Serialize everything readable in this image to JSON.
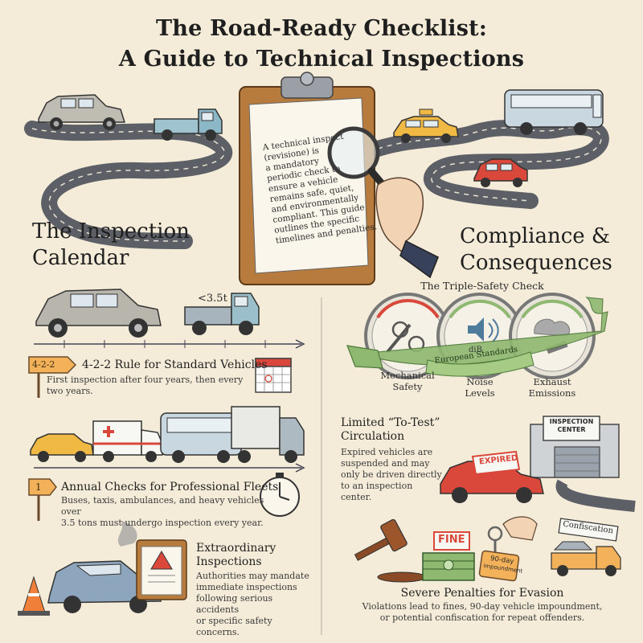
{
  "header": {
    "title_line1": "The Road-Ready Checklist:",
    "title_line2": "A Guide to Technical Inspections"
  },
  "intro": {
    "lines": [
      "A technical inspect",
      "(revisione) is",
      "a mandatory",
      "periodic check to",
      "ensure a vehicle",
      "remains safe, quiet,",
      "and environmentally",
      "compliant. This guide",
      "outlines the specific",
      "timelines and penalties."
    ]
  },
  "calendar": {
    "heading_line1": "The Inspection",
    "heading_line2": "Calendar",
    "weight_label": "<3.5t",
    "rule": {
      "badge": "4-2-2",
      "title": "4-2-2 Rule for Standard Vehicles",
      "text": "First inspection after four years, then every two years."
    },
    "annual": {
      "badge": "1",
      "title": "Annual Checks for Professional Fleets",
      "text_line1": "Buses, taxis, ambulances, and heavy vehicles over",
      "text_line2": "3.5 tons must undergo inspection every year."
    },
    "extraordinary": {
      "title_line1": "Extraordinary",
      "title_line2": "Inspections",
      "text_lines": [
        "Authorities may mandate",
        "immediate inspections",
        "following serious accidents",
        "or specific safety concerns."
      ]
    }
  },
  "compliance": {
    "heading_line1": "Compliance &",
    "heading_line2": "Consequences",
    "triple_title": "The Triple-Safety Check",
    "banner_text": "European Standards",
    "noise_unit": "diB",
    "gauges": [
      {
        "label_line1": "Mechanical",
        "label_line2": "Safety"
      },
      {
        "label_line1": "Noise",
        "label_line2": "Levels"
      },
      {
        "label_line1": "Exhaust",
        "label_line2": "Emissions"
      }
    ],
    "limited": {
      "title_line1": "Limited “To-Test”",
      "title_line2": "Circulation",
      "text_lines": [
        "Expired vehicles are",
        "suspended and may",
        "only be driven directly",
        "to an inspection center."
      ],
      "expired_sign": "EXPIRED",
      "center_line1": "INSPECTION",
      "center_line2": "CENTER"
    },
    "penalties": {
      "fine_sign": "FINE",
      "impound_line1": "90-day",
      "impound_line2": "impoundment",
      "confiscation_sign": "Confiscation",
      "title": "Severe Penalties for Evasion",
      "text_line1": "Violations lead to fines, 90-day vehicle impoundment,",
      "text_line2": "or potential confiscation for repeat offenders."
    }
  },
  "colors": {
    "background": "#f4ecd9",
    "road": "#5d5f66",
    "ink": "#1f1f1f",
    "banner_green": "#8fb870",
    "badge_orange": "#f3b25a",
    "expired_red": "#d9483b"
  }
}
